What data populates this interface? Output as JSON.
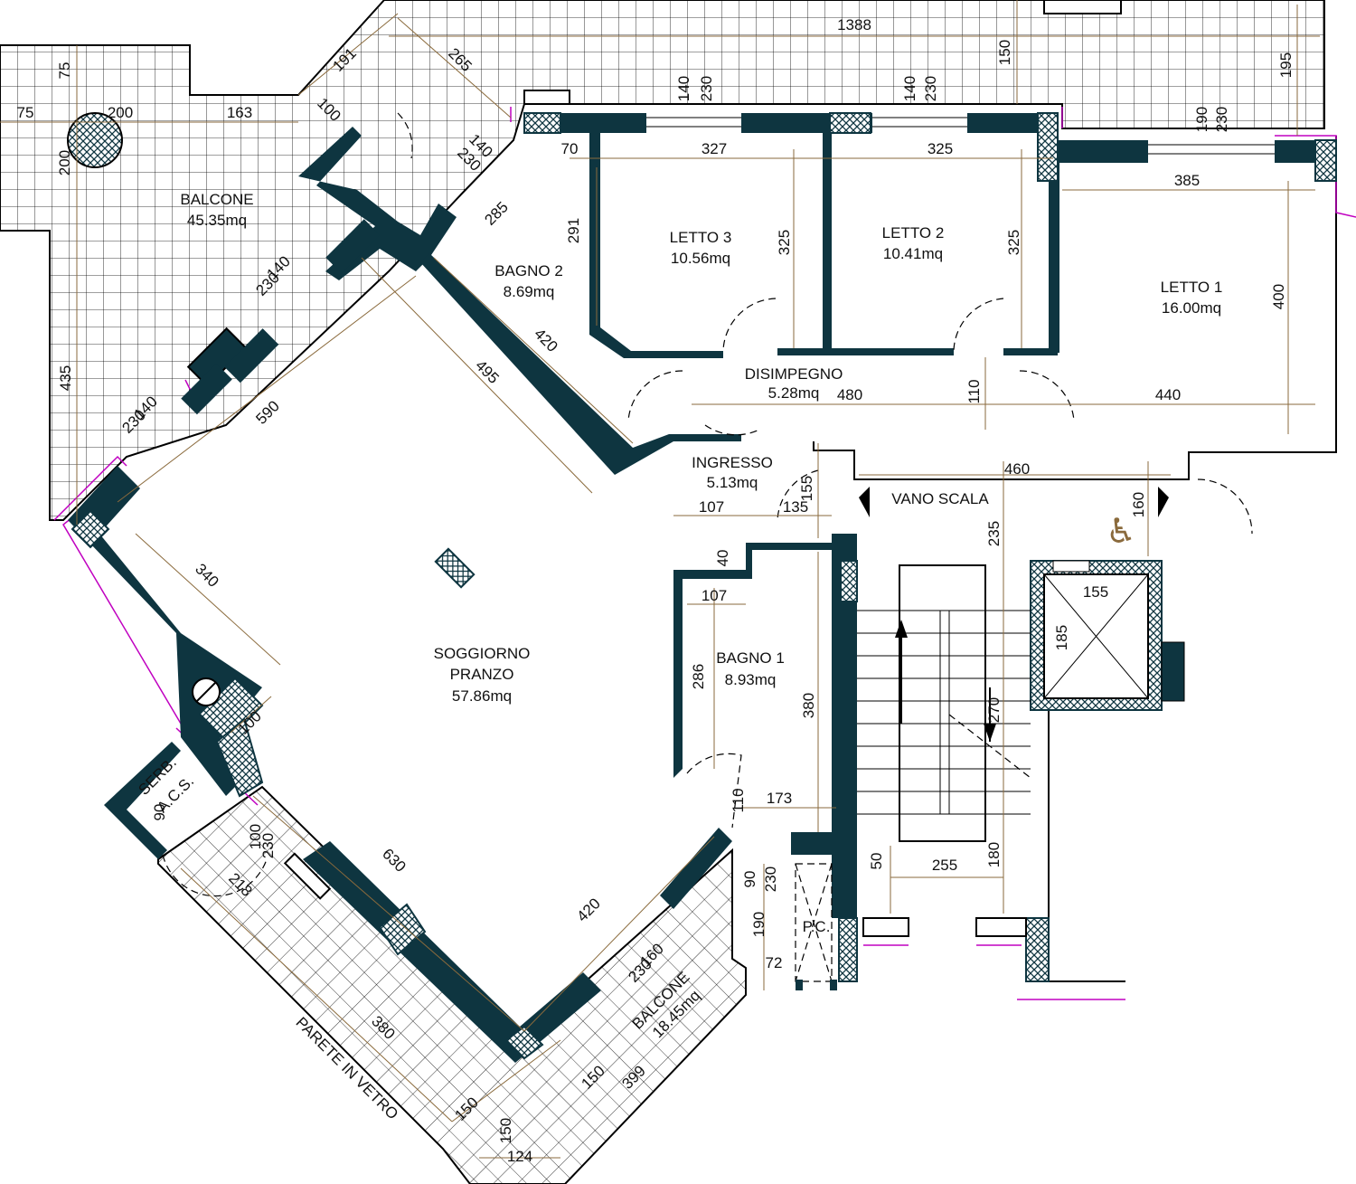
{
  "colors": {
    "wall": "#0e3540",
    "dimension": "#8a6a3c",
    "accent": "#c000c0"
  },
  "rooms": {
    "balcone_top": {
      "name": "BALCONE",
      "area": "45.35mq"
    },
    "bagno2": {
      "name": "BAGNO  2",
      "area": "8.69mq"
    },
    "letto3": {
      "name": "LETTO  3",
      "area": "10.56mq"
    },
    "letto2": {
      "name": "LETTO  2",
      "area": "10.41mq"
    },
    "letto1": {
      "name": "LETTO  1",
      "area": "16.00mq"
    },
    "disimpegno": {
      "name": "DISIMPEGNO",
      "area": "5.28mq"
    },
    "ingresso": {
      "name": "INGRESSO",
      "area": "5.13mq"
    },
    "vano_scala": {
      "name": "VANO  SCALA"
    },
    "soggiorno": {
      "name1": "SOGGIORNO",
      "name2": "PRANZO",
      "area": "57.86mq"
    },
    "bagno1": {
      "name": "BAGNO  1",
      "area": "8.93mq"
    },
    "serb": {
      "name1": "SERB.",
      "name2": "A.C.S."
    },
    "balcone_bottom": {
      "name": "BALCONE",
      "area": "18.45mq"
    },
    "parete": {
      "name": "PARETE IN VETRO"
    },
    "pc": {
      "name": "P.C."
    }
  },
  "dims": {
    "d1388": "1388",
    "d150a": "150",
    "d195": "195",
    "d191": "191",
    "d265": "265",
    "d75a": "75",
    "d75b": "75",
    "d200a": "200",
    "d163": "163",
    "d100a": "100",
    "d200b": "200",
    "d140a": "140",
    "d230a": "230",
    "d140b": "140",
    "d230b": "230",
    "d190a": "190",
    "d230c": "230",
    "d70": "70",
    "d327": "327",
    "d325a": "325",
    "d385": "385",
    "d140c": "140",
    "d230d": "230",
    "d285": "285",
    "d291": "291",
    "d325b": "325",
    "d325c": "325",
    "d400": "400",
    "d420a": "420",
    "d495": "495",
    "d140d": "140",
    "d230e": "230",
    "d435": "435",
    "d590": "590",
    "d140e": "140",
    "d230f": "230",
    "d480": "480",
    "d110a": "110",
    "d440": "440",
    "d460": "460",
    "d155a": "155",
    "d160a": "160",
    "d107a": "107",
    "d135": "135",
    "d235": "235",
    "d40": "40",
    "d107b": "107",
    "d155b": "155",
    "d185": "185",
    "d340": "340",
    "d286": "286",
    "d380a": "380",
    "d270": "270",
    "d100b": "100",
    "d173": "173",
    "d110b": "110",
    "d50": "50",
    "d255": "255",
    "d180": "180",
    "d90a": "90",
    "d100c": "100",
    "d230g": "230",
    "d630": "630",
    "d90b": "90",
    "d230h": "230",
    "d218": "218",
    "d420b": "420",
    "d190b": "190",
    "d72": "72",
    "d160b": "160",
    "d230i": "230",
    "d380b": "380",
    "d150b": "150",
    "d399": "399",
    "d150c": "150",
    "d150d": "150",
    "d124": "124"
  }
}
